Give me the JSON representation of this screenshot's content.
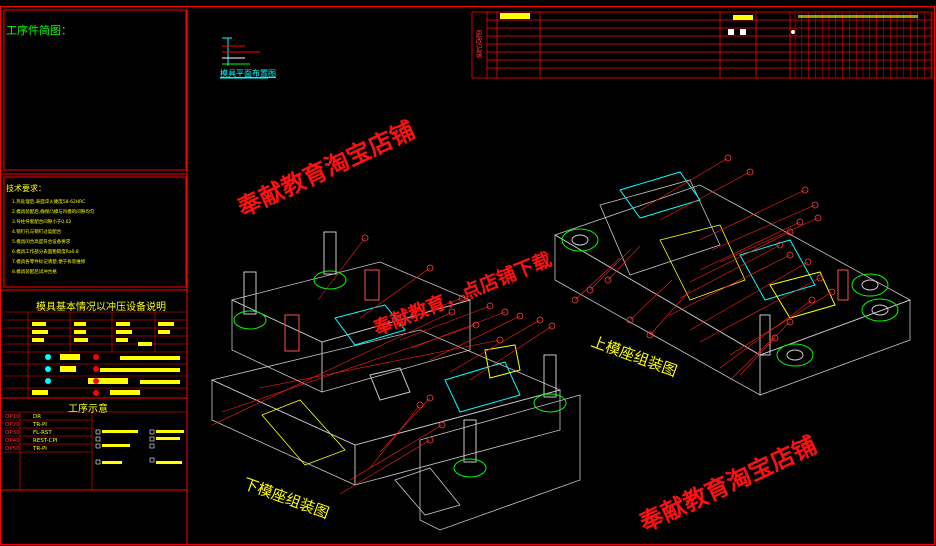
{
  "drawing": {
    "left_panel": {
      "sketch_title": "工序件简图：",
      "tech_title": "技术要求：",
      "tech_lines": [
        "1.热处理后,表面淬火硬度58-62HRC",
        "2.模具装配后,确保凸模与凹模的间隙均匀",
        "3.导柱导套配合间隙小于0.02",
        "4.销钉孔与销钉过盈配合",
        "5.模具闭合高度符合设备要求",
        "6.模具工作部分表面粗糙度Ra0.8",
        "7.模具各零件标记清楚,便于拆装维修",
        "8.模具装配后试冲合格"
      ],
      "equip_title": "模具基本情况以冲压设备说明",
      "process_title": "工序示意",
      "ops": [
        {
          "code": "OP10",
          "name": "DR"
        },
        {
          "code": "OP20",
          "name": "TR-PI"
        },
        {
          "code": "OP30",
          "name": "FL-RST"
        },
        {
          "code": "OP40",
          "name": "REST-CPI"
        },
        {
          "code": "OP50",
          "name": "TR-PI"
        }
      ]
    },
    "key_plan_label": "模具平面布置图",
    "title_block_side": "更改记录",
    "lower_assembly_label": "下模座组装图",
    "upper_assembly_label": "上模座组装图",
    "watermarks": {
      "top": "奉献教育淘宝店铺",
      "middle": "奉献教育，点店铺下载",
      "bottom": "奉献教育淘宝店铺"
    },
    "colors": {
      "background": "#000000",
      "border": "#ff0000",
      "text_yellow": "#ffff00",
      "text_green": "#00ff00",
      "watermark": "#ff1010"
    }
  }
}
